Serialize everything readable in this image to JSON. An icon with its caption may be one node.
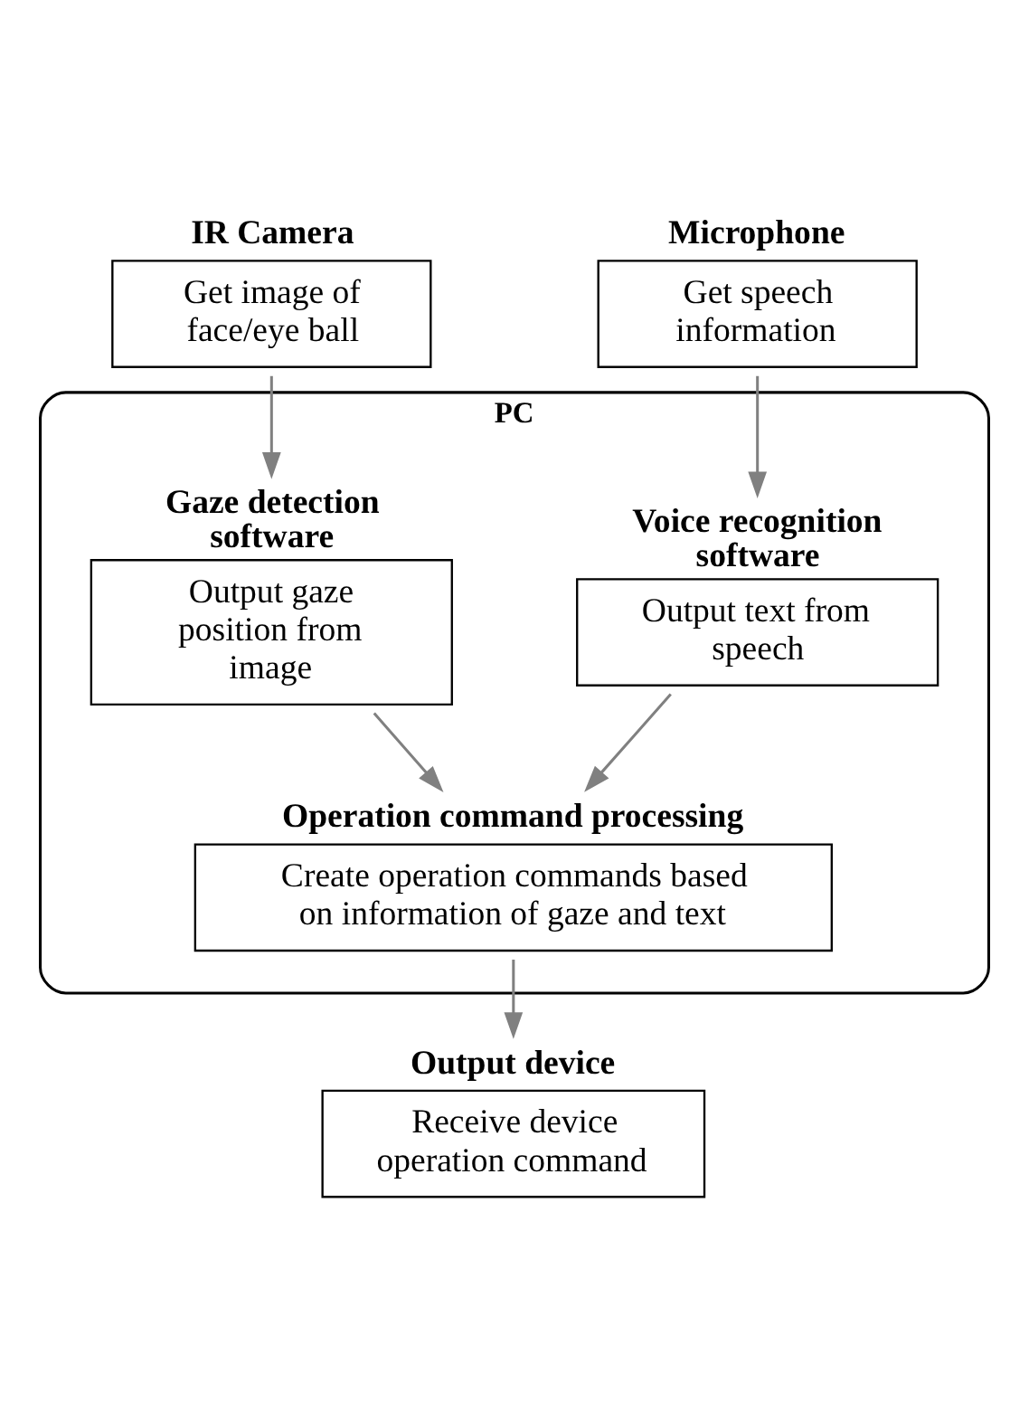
{
  "diagram": {
    "nodes": [
      {
        "text": [
          "IR Camera",
          "Get image of face/eye ball"
        ]
      },
      {
        "text": [
          "Microphone",
          "Get speech information"
        ]
      },
      {
        "text": [
          "PC"
        ]
      },
      {
        "text": [
          "Gaze detection software",
          "Output gaze position from image"
        ],
        "in": 2
      },
      {
        "text": [
          "Voice recognition software",
          "Output text from speech"
        ],
        "in": 2
      },
      {
        "text": [
          "Operation command processing",
          "Create operation commands based on information of gaze and text"
        ],
        "in": 2
      },
      {
        "text": [
          "Output device",
          "Receive device operation command"
        ]
      }
    ],
    "edges": [
      {
        "from": 0,
        "to": 3,
        "arrow": "to"
      },
      {
        "from": 1,
        "to": 4,
        "arrow": "to"
      },
      {
        "from": 3,
        "to": 5,
        "arrow": "to"
      },
      {
        "from": 4,
        "to": 5,
        "arrow": "to"
      },
      {
        "from": 5,
        "to": 6,
        "arrow": "to"
      }
    ]
  }
}
